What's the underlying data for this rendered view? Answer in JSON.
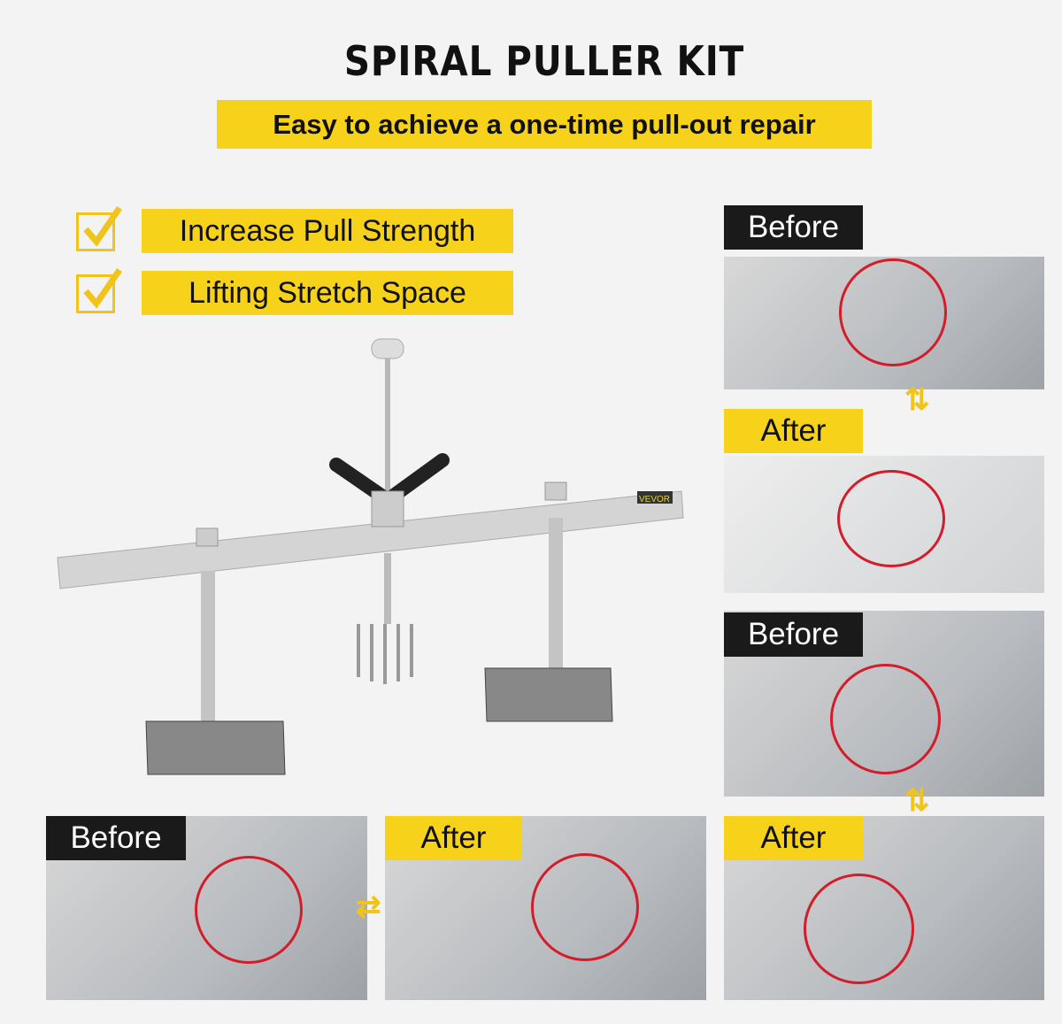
{
  "title": "SPIRAL PULLER KIT",
  "subtitle": "Easy to achieve a one-time pull-out repair",
  "features": [
    {
      "label": "Increase Pull Strength",
      "icon": "checkbox-checked-icon"
    },
    {
      "label": "Lifting Stretch Space",
      "icon": "checkbox-checked-icon"
    }
  ],
  "brand_logo": "VEVOR",
  "comparisons": {
    "before": "Before",
    "after": "After"
  },
  "colors": {
    "accent": "#f6d21a",
    "label_dark": "#1a1a1a",
    "circle": "#d21d2a"
  }
}
